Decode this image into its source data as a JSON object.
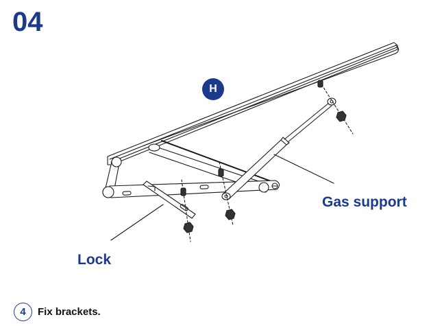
{
  "page": {
    "step_number": "04",
    "part_badge": "H",
    "callouts": {
      "gas_support": "Gas support",
      "lock": "Lock"
    },
    "instruction": {
      "number": "4",
      "text": "Fix brackets."
    }
  },
  "colors": {
    "brand": "#1b3a8a",
    "line": "#1a1a1a"
  }
}
